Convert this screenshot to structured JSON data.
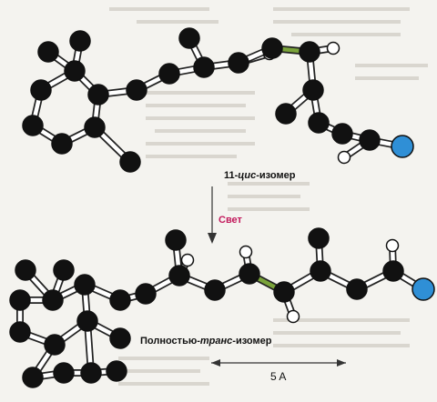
{
  "labels": {
    "cis_prefix": "11-",
    "cis_italic": "цис",
    "cis_suffix": "-изомер",
    "light": "Свет",
    "trans_prefix": "Полностью-",
    "trans_italic": "транс",
    "trans_suffix": "-изомер",
    "scale": "5 A"
  },
  "colors": {
    "carbon": "#111111",
    "hydrogen": "#ffffff",
    "oxygen": "#2f8fd6",
    "bond": "#ffffff",
    "bond_outline": "#222222",
    "isomerized_bond": "#7aa33a",
    "light_label": "#c2185b",
    "arrow": "#333333"
  }
}
